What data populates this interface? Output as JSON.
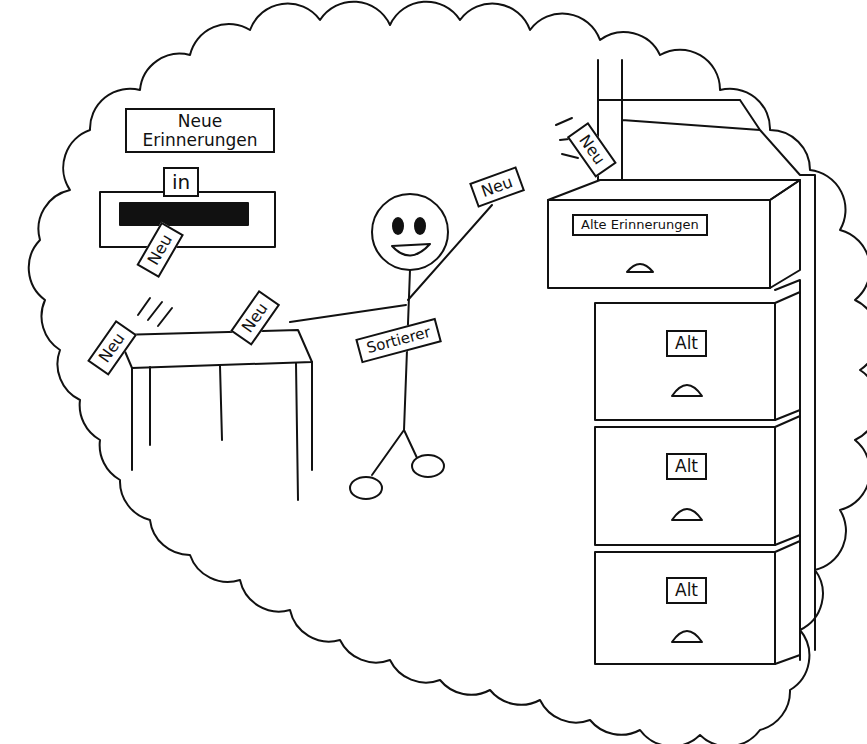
{
  "diagram": {
    "nodes": [
      {
        "text": [
          "Neue Erinnerungen"
        ]
      },
      {
        "text": [
          "in"
        ]
      },
      {
        "text": [
          "Neu"
        ]
      },
      {
        "text": [
          "Neu"
        ]
      },
      {
        "text": [
          "Neu"
        ]
      },
      {
        "text": [
          "Neu"
        ]
      },
      {
        "text": [
          "Neu"
        ]
      },
      {
        "text": [
          "Sortierer"
        ]
      },
      {
        "text": [
          "Alte Erinnerungen"
        ]
      },
      {
        "text": [
          "Alt"
        ]
      },
      {
        "text": [
          "Alt"
        ]
      },
      {
        "text": [
          "Alt"
        ]
      }
    ]
  }
}
